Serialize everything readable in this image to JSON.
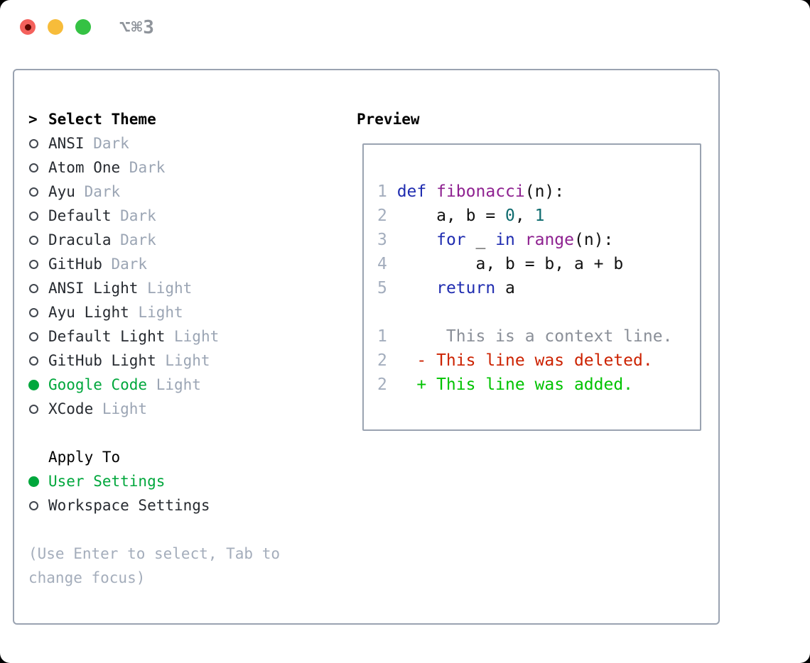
{
  "window": {
    "title": "⌥⌘3",
    "traffic_lights": [
      {
        "name": "close"
      },
      {
        "name": "minimize"
      },
      {
        "name": "zoom"
      }
    ]
  },
  "theme_selector": {
    "cursor": ">",
    "header": "Select Theme",
    "themes": [
      {
        "name": "ANSI",
        "variant": "Dark",
        "selected": false
      },
      {
        "name": "Atom One",
        "variant": "Dark",
        "selected": false
      },
      {
        "name": "Ayu",
        "variant": "Dark",
        "selected": false
      },
      {
        "name": "Default",
        "variant": "Dark",
        "selected": false
      },
      {
        "name": "Dracula",
        "variant": "Dark",
        "selected": false
      },
      {
        "name": "GitHub",
        "variant": "Dark",
        "selected": false
      },
      {
        "name": "ANSI Light",
        "variant": "Light",
        "selected": false
      },
      {
        "name": "Ayu Light",
        "variant": "Light",
        "selected": false
      },
      {
        "name": "Default Light",
        "variant": "Light",
        "selected": false
      },
      {
        "name": "GitHub Light",
        "variant": "Light",
        "selected": false
      },
      {
        "name": "Google Code",
        "variant": "Light",
        "selected": true
      },
      {
        "name": "XCode",
        "variant": "Light",
        "selected": false
      }
    ],
    "apply_to": {
      "header": "Apply To",
      "options": [
        {
          "name": "User Settings",
          "selected": true
        },
        {
          "name": "Workspace Settings",
          "selected": false
        }
      ]
    },
    "hint_lines": [
      "(Use Enter to select, Tab to",
      "change focus)"
    ]
  },
  "preview": {
    "header": "Preview",
    "code_lines": [
      {
        "num": "1",
        "segments": [
          {
            "t": " ",
            "c": "pln"
          },
          {
            "t": "def",
            "c": "kwd"
          },
          {
            "t": " ",
            "c": "pln"
          },
          {
            "t": "fibonacci",
            "c": "fun"
          },
          {
            "t": "(n):",
            "c": "pln"
          }
        ]
      },
      {
        "num": "2",
        "segments": [
          {
            "t": "     a, b = ",
            "c": "pln"
          },
          {
            "t": "0",
            "c": "lit"
          },
          {
            "t": ", ",
            "c": "pln"
          },
          {
            "t": "1",
            "c": "lit"
          }
        ]
      },
      {
        "num": "3",
        "segments": [
          {
            "t": "     ",
            "c": "pln"
          },
          {
            "t": "for",
            "c": "kwd"
          },
          {
            "t": " _ ",
            "c": "pln"
          },
          {
            "t": "in",
            "c": "kwd"
          },
          {
            "t": " ",
            "c": "pln"
          },
          {
            "t": "range",
            "c": "fun"
          },
          {
            "t": "(n):",
            "c": "pln"
          }
        ]
      },
      {
        "num": "4",
        "segments": [
          {
            "t": "         a, b = b, a + b",
            "c": "pln"
          }
        ]
      },
      {
        "num": "5",
        "segments": [
          {
            "t": "     ",
            "c": "pln"
          },
          {
            "t": "return",
            "c": "kwd"
          },
          {
            "t": " a",
            "c": "pln"
          }
        ]
      },
      {
        "num": "",
        "segments": []
      },
      {
        "num": "1",
        "segments": [
          {
            "t": "      This is a context line.",
            "c": "ctx"
          }
        ]
      },
      {
        "num": "2",
        "segments": [
          {
            "t": "   - This line was deleted.",
            "c": "del"
          }
        ]
      },
      {
        "num": "2",
        "segments": [
          {
            "t": "   + This line was added.",
            "c": "add"
          }
        ]
      }
    ]
  },
  "colors": {
    "accent-green": "#00a73c",
    "border": "#9aa3b1",
    "text-dark": "#272b31",
    "muted-gray": "#9ba5b4",
    "hint-gray": "#a4adbb",
    "title-gray": "#8f949b",
    "lnum-gray": "#a3adbd",
    "code-plain": "#111111",
    "code-keyword": "#1f2cb0",
    "code-function": "#8e2190",
    "code-literal": "#0e6b6e",
    "diff-context": "#8a8f98",
    "diff-deleted": "#cc2200",
    "diff-added": "#00c300",
    "light-red": "#f4615c",
    "light-red-dot": "#5c0700",
    "light-yellow": "#f7bc3a",
    "light-green": "#35c244"
  }
}
